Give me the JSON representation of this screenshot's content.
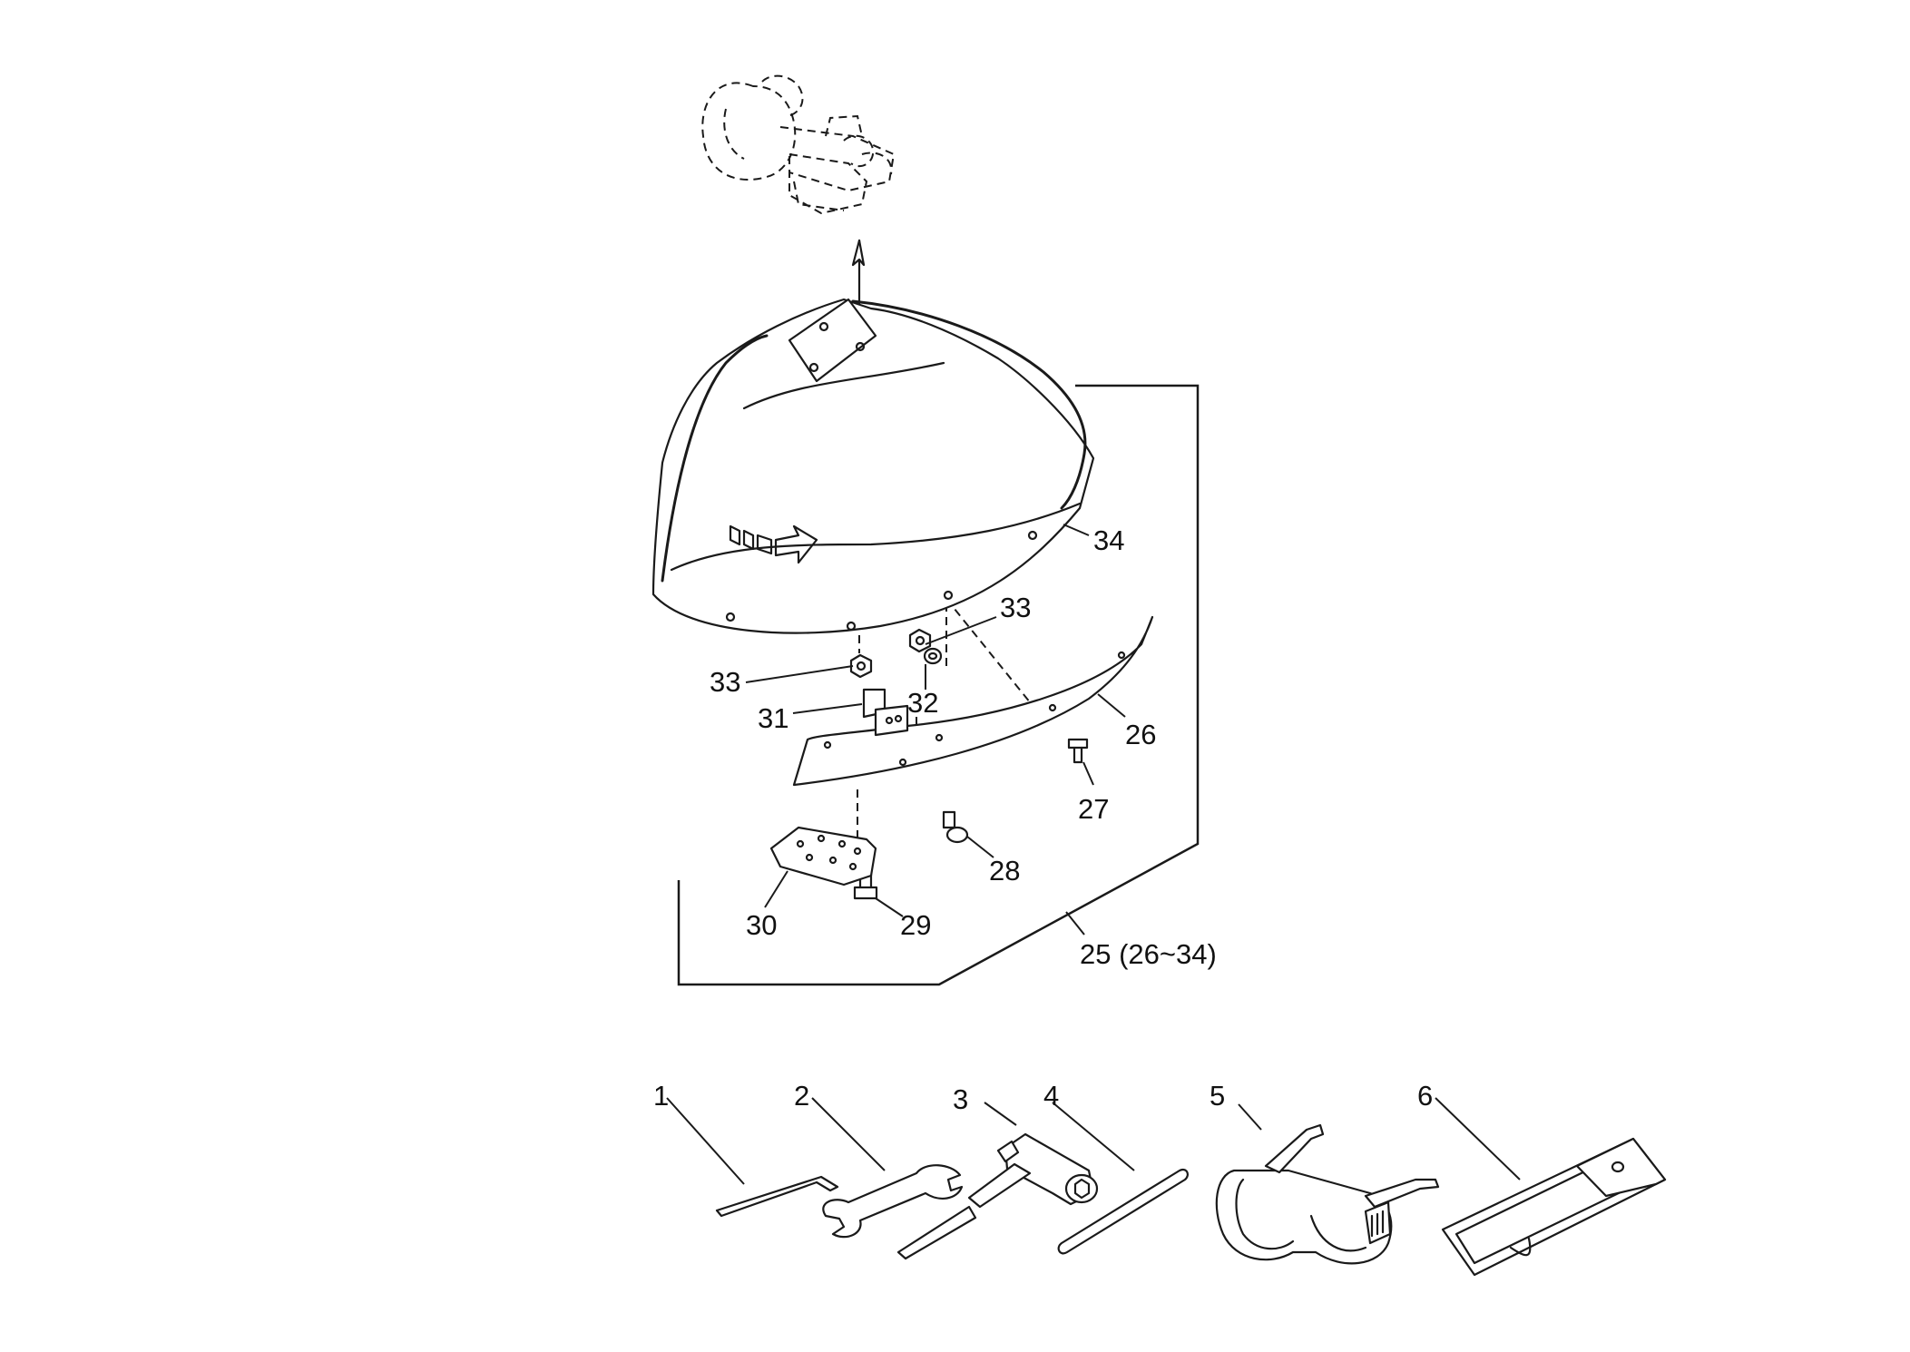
{
  "callouts": {
    "c1": "1",
    "c2": "2",
    "c3": "3",
    "c4": "4",
    "c5": "5",
    "c6": "6",
    "c25": "25 (26~34)",
    "c26": "26",
    "c27": "27",
    "c28": "28",
    "c29": "29",
    "c30": "30",
    "c31": "31",
    "c32": "32",
    "c33a": "33",
    "c33b": "33",
    "c34": "34"
  },
  "colors": {
    "line": "#1a1a1a",
    "background": "#ffffff"
  }
}
